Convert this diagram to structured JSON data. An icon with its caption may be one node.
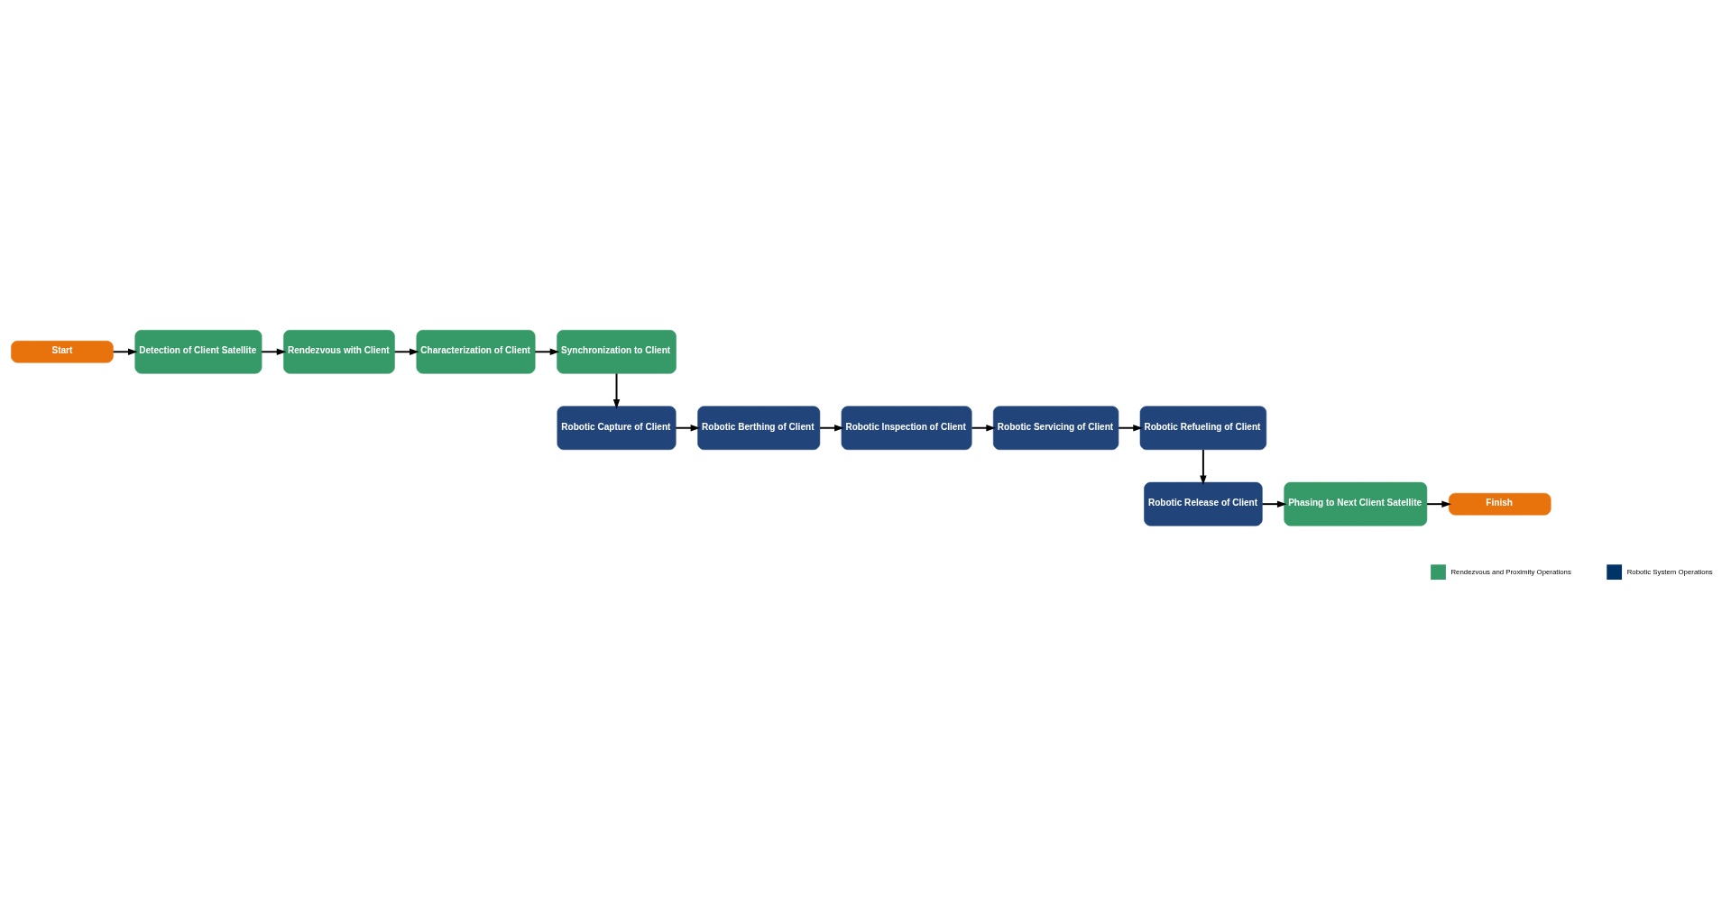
{
  "diagram": {
    "nodes": [
      {
        "text": [
          "Start"
        ]
      },
      {
        "text": [
          "Detection of Client Satellite"
        ]
      },
      {
        "text": [
          "Rendezvous with Client"
        ]
      },
      {
        "text": [
          "Characterization of Client"
        ]
      },
      {
        "text": [
          "Synchronization to Client"
        ]
      },
      {
        "text": [
          "Robotic Capture of Client"
        ]
      },
      {
        "text": [
          "Robotic Berthing of Client"
        ]
      },
      {
        "text": [
          "Robotic Inspection of Client"
        ]
      },
      {
        "text": [
          "Robotic Servicing of Client"
        ]
      },
      {
        "text": [
          "Robotic Refueling of Client"
        ]
      },
      {
        "text": [
          "Robotic Release of Client"
        ]
      },
      {
        "text": [
          "Phasing to Next Client Satellite"
        ]
      },
      {
        "text": [
          "Finish"
        ]
      }
    ],
    "edges": [
      {
        "from": 0,
        "to": 1,
        "arrow": "to"
      },
      {
        "from": 1,
        "to": 2,
        "arrow": "to"
      },
      {
        "from": 2,
        "to": 3,
        "arrow": "to"
      },
      {
        "from": 3,
        "to": 4,
        "arrow": "to"
      },
      {
        "from": 4,
        "to": 5,
        "arrow": "to"
      },
      {
        "from": 5,
        "to": 6,
        "arrow": "to"
      },
      {
        "from": 6,
        "to": 7,
        "arrow": "to"
      },
      {
        "from": 7,
        "to": 8,
        "arrow": "to"
      },
      {
        "from": 8,
        "to": 9,
        "arrow": "to"
      },
      {
        "from": 9,
        "to": 10,
        "arrow": "to"
      },
      {
        "from": 10,
        "to": 11,
        "arrow": "to"
      },
      {
        "from": 11,
        "to": 12,
        "arrow": "to"
      }
    ],
    "legend": [
      {
        "text": "Rendezvous and Proximity Operations",
        "color": "#359a67"
      },
      {
        "text": "Robotic System Operations",
        "color": "#003366"
      }
    ]
  }
}
